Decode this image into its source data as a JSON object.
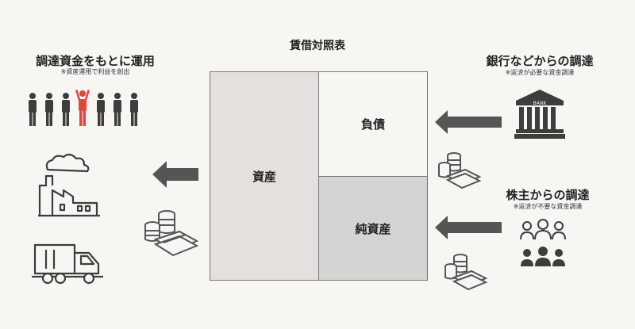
{
  "balance_sheet": {
    "title": "賃借対照表",
    "assets": "資産",
    "liabilities": "負債",
    "net_assets": "純資産"
  },
  "left": {
    "title": "調達資金をもとに運用",
    "note": "※資産運用で利益を創出"
  },
  "bank": {
    "title": "銀行などからの調達",
    "note": "※返済が必要な資金調達",
    "icon_label": "BANK"
  },
  "shareholders": {
    "title": "株主からの調達",
    "note": "※返済が不要な資金調達"
  },
  "colors": {
    "background": "#f8f6f3",
    "asset_fill": "#e3e0de",
    "net_asset_fill": "#d6d4d3",
    "icon": "#3d3d3d",
    "highlight_person": "#e0473c",
    "arrow": "#555555"
  }
}
